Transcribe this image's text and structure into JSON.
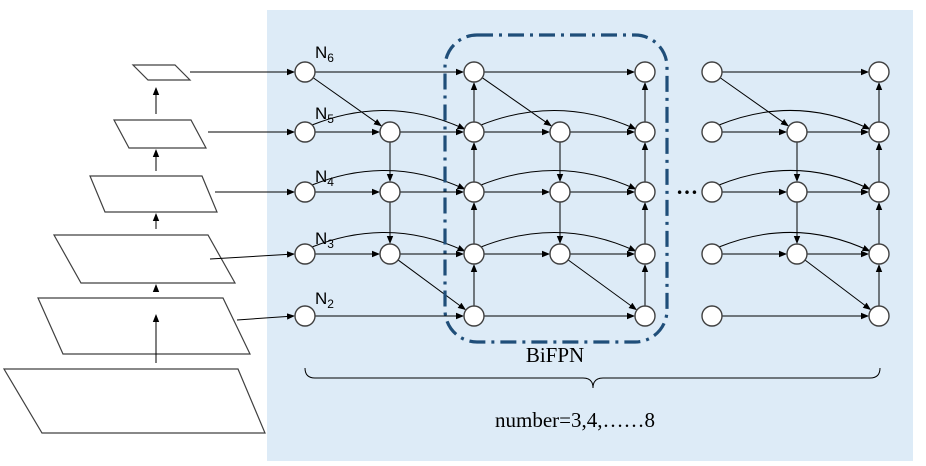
{
  "colors": {
    "panel": "#ddebf7",
    "dashed_box": "#1f4e79",
    "node_stroke": "#404040",
    "edge": "#000000"
  },
  "node_labels": [
    {
      "base": "N",
      "sub": "6"
    },
    {
      "base": "N",
      "sub": "5"
    },
    {
      "base": "N",
      "sub": "4"
    },
    {
      "base": "N",
      "sub": "3"
    },
    {
      "base": "N",
      "sub": "2"
    }
  ],
  "block_label": "BiFPN",
  "ellipsis": "…",
  "repeat_label": "number=3,4,……8"
}
